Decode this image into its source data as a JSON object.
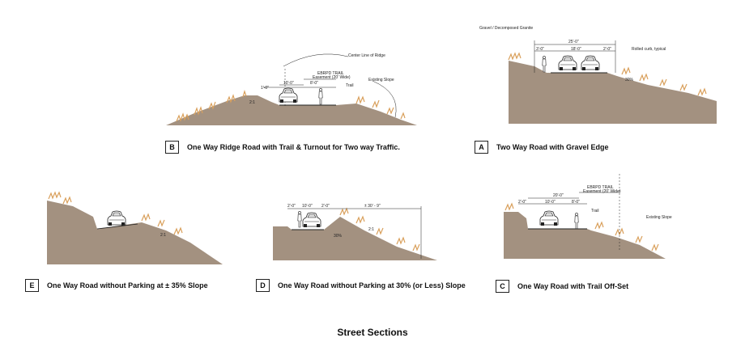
{
  "title": "Street Sections",
  "captions": {
    "B": {
      "letter": "B",
      "text": "One Way Ridge Road with Trail & Turnout for Two way Traffic."
    },
    "A": {
      "letter": "A",
      "text": "Two Way Road with Gravel  Edge"
    },
    "E": {
      "letter": "E",
      "text": "One Way Road without Parking at  ± 35%  Slope"
    },
    "D": {
      "letter": "D",
      "text": "One Way Road without Parking at 30% (or Less) Slope"
    },
    "C": {
      "letter": "C",
      "text": "One Way Road with Trail Off-Set"
    }
  },
  "labels": {
    "B": {
      "center_line": "Center Line of Ridge",
      "trail": "EBRPD TRAIL",
      "easement": "Easement (20' Wide)",
      "trail_tag": "Trail",
      "existing": "Existing Slope",
      "d1": "1'-0\"",
      "d2": "10'-0\"",
      "d3": "8'-0\"",
      "slope": "2:1"
    },
    "A": {
      "gravel": "Gravel / Decomposed Granite",
      "rolled": "Rolled curb, typical",
      "d_total": "25'-0\"",
      "d_edge": "3'-0\"",
      "d_road": "18'-0\"",
      "d_right": "2'-0\"",
      "pct": "30%"
    },
    "E": {
      "slope": "2:1"
    },
    "D": {
      "d1": "2'-0\"",
      "d2": "10'-0\"",
      "d3": "2'-0\"",
      "d4": "± 30' - 9\"",
      "pct": "30%",
      "slope": "2:1"
    },
    "C": {
      "trail": "EBRPD TRAIL",
      "easement": "Easement (20' Wide)",
      "d_total": "20'-0\"",
      "d1": "2'-0\"",
      "d2": "10'-0\"",
      "d3": "8'-0\"",
      "trail_tag": "Trail",
      "existing": "Existing Slope"
    }
  },
  "colors": {
    "ground": "#a39180",
    "grass": "#d9a05c",
    "line": "#222222"
  }
}
